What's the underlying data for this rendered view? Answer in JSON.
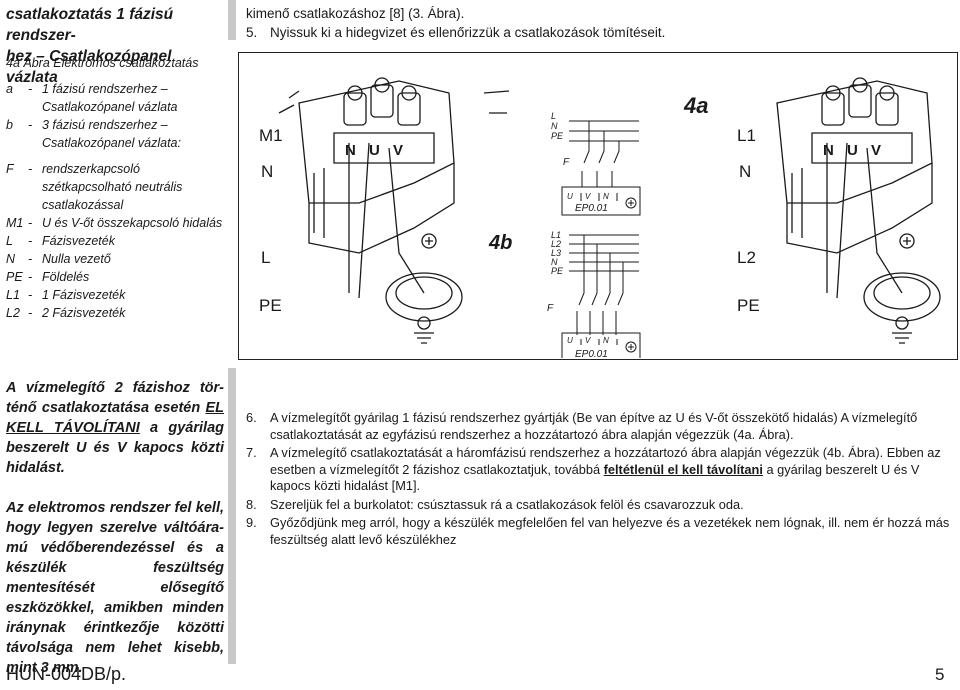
{
  "header": {
    "title_line1": "csatlakoztatás 1 fázisú rendszer-",
    "title_line2": "hez – Csatlakozópanel vázlata",
    "right_line1": "kimenő csatlakozáshoz [8] (3. Ábra).",
    "right_line2_num": "5.",
    "right_line2": "Nyissuk ki a hidegvizet és ellenőrizzük a csatlakozások tömítéseit."
  },
  "legend": {
    "caption": "4a Ábra   Elektromos csatlakoztatás",
    "items": [
      {
        "key": "a",
        "dash": "-",
        "text": "1 fázisú rendszerhez – Csatlakozópanel vázlata"
      },
      {
        "key": "b",
        "dash": "-",
        "text": "3 fázisú rendszerhez – Csatlakozópanel vázlata:"
      }
    ],
    "symbols": [
      {
        "key": "F",
        "dash": "-",
        "text": "rendszerkapcsoló szétkapcsolható neutrális csatlakozással"
      },
      {
        "key": "M1",
        "dash": "-",
        "text": "U és V-őt összekapcsoló hidalás"
      },
      {
        "key": "L",
        "dash": "-",
        "text": "Fázisvezeték"
      },
      {
        "key": "N",
        "dash": "-",
        "text": "Nulla vezető"
      },
      {
        "key": "PE",
        "dash": "-",
        "text": "Földelés"
      },
      {
        "key": "L1",
        "dash": "-",
        "text": "1 Fázisvezeték"
      },
      {
        "key": "L2",
        "dash": "-",
        "text": "2 Fázisvezeték"
      }
    ]
  },
  "figure": {
    "tag_a": "4a",
    "tag_b": "4b",
    "left_labels": [
      "M1",
      "N",
      "L",
      "PE"
    ],
    "right_labels": [
      "L1",
      "N",
      "L2",
      "PE"
    ],
    "schem_a_lines": [
      "L",
      "N",
      "PE"
    ],
    "schem_b_lines": [
      "L1",
      "L2",
      "L3",
      "N",
      "PE"
    ],
    "switch_label": "F",
    "terminals": [
      "U",
      "V",
      "N"
    ],
    "terminal_block": "EP0.01",
    "block_letters": [
      "N",
      "U",
      "V"
    ]
  },
  "warnings": {
    "w1_pre": "A vízmelegítő 2 fázishoz tör-ténő csatlakoztatása esetén ",
    "w1_under": "EL KELL TÁVOLÍTANI",
    "w1_post": " a gyárilag beszerelt U és V kapocs közti hidalást.",
    "w2": "Az elektromos rendszer fel kell, hogy legyen szerelve váltóára-mú védőberendezéssel és a készülék feszültség mentesítését elősegítő eszközökkel, amikben minden iránynak érintkezője közötti távolsága nem lehet kisebb, mint 3 mm."
  },
  "steps": [
    {
      "num": "6.",
      "text": "A vízmelegítőt gyárilag 1 fázisú rendszerhez gyártják (Be van építve az U és V-őt összekötő hidalás) A vízmelegítő csatlakoztatását az egyfázisú rendszerhez a hozzátartozó ábra alapján végezzük (4a. Ábra)."
    },
    {
      "num": "7.",
      "pre": "A vízmelegítő csatlakoztatását a háromfázisú rendszerhez a hozzátartozó ábra alapján végezzük (4b. Ábra). Ebben az esetben a vízmelegítőt 2 fázishoz csatlakoztatjuk, továbbá ",
      "under": "feltétlenül el kell távolítani",
      "post": " a gyárilag beszerelt U és V kapocs közti hidalást [M1]."
    },
    {
      "num": "8.",
      "text": "Szereljük fel a burkolatot: csúsztassuk rá a csatlakozások felöl és csavarozzuk oda."
    },
    {
      "num": "9.",
      "text": "Győződjünk meg arról, hogy a készülék megfelelően fel van helyezve és a vezetékek nem lógnak, ill. nem ér hozzá más feszültség alatt levő készülékhez"
    }
  ],
  "footer": {
    "doc": "HUN-004DB/p.",
    "page": "5"
  }
}
